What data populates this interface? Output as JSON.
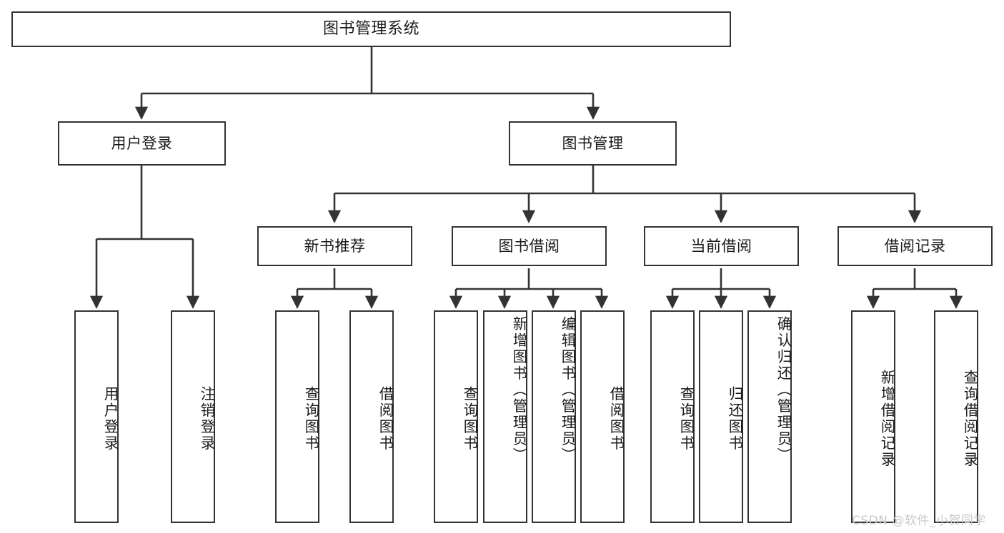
{
  "diagram": {
    "title": "图书管理系统",
    "type": "tree-structure-chart",
    "stroke_color": "#333333",
    "fill_color": "#ffffff",
    "background": "#ffffff",
    "root": {
      "label": "图书管理系统"
    },
    "level2": [
      {
        "label": "用户登录"
      },
      {
        "label": "图书管理"
      }
    ],
    "level3": [
      {
        "label": "新书推荐"
      },
      {
        "label": "图书借阅"
      },
      {
        "label": "当前借阅"
      },
      {
        "label": "借阅记录"
      }
    ],
    "leaves": {
      "user_login": [
        {
          "label": "用户登录"
        },
        {
          "label": "注销登录"
        }
      ],
      "new_book_recommend": [
        {
          "label": "查询图书"
        },
        {
          "label": "借阅图书"
        }
      ],
      "book_borrow": [
        {
          "label": "查询图书"
        },
        {
          "label": "新增图书（管理员）"
        },
        {
          "label": "编辑图书（管理员）"
        },
        {
          "label": "借阅图书"
        }
      ],
      "current_borrow": [
        {
          "label": "查询图书"
        },
        {
          "label": "归还图书"
        },
        {
          "label": "确认归还（管理员）"
        }
      ],
      "borrow_record": [
        {
          "label": "新增借阅记录"
        },
        {
          "label": "查询借阅记录"
        }
      ]
    }
  },
  "watermark": {
    "text": "CSDN @软件_小贺同学",
    "color": "#c9c9c9"
  }
}
